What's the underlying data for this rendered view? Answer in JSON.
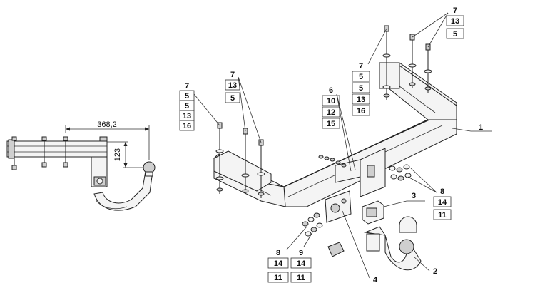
{
  "dimensions": {
    "width": "368,2",
    "height": "123"
  },
  "groups": {
    "bolt_left": [
      "7",
      "5",
      "5",
      "13",
      "16"
    ],
    "bolt_left_mid": [
      "7",
      "13",
      "5"
    ],
    "bolt_center": [
      "7",
      "5",
      "5",
      "13",
      "16"
    ],
    "bolt_top_right": [
      "7",
      "13",
      "5"
    ],
    "bracket_set": [
      "6",
      "10",
      "12",
      "15"
    ],
    "nut_right": [
      "8",
      "14",
      "11"
    ],
    "nut_bottom_a": [
      "8",
      "14",
      "11"
    ],
    "nut_bottom_b": [
      "9",
      "14",
      "11"
    ]
  },
  "callouts": {
    "crossbar": "1",
    "ball": "2",
    "socket": "3",
    "plate": "4"
  }
}
